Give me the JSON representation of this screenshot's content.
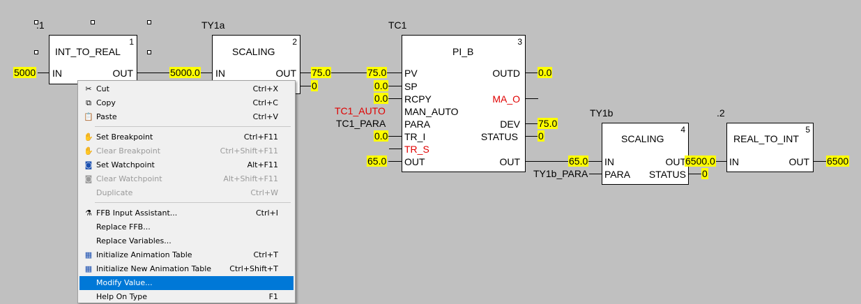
{
  "diagram": {
    "blocks": [
      {
        "instance": ".1",
        "type": "INT_TO_REAL",
        "number": "1",
        "pins_in": [
          "IN"
        ],
        "pins_out": [
          "OUT"
        ]
      },
      {
        "instance": "TY1a",
        "type": "SCALING",
        "number": "2",
        "pins_in": [
          "IN"
        ],
        "pins_out": [
          "OUT"
        ]
      },
      {
        "instance": "TC1",
        "type": "PI_B",
        "number": "3",
        "pins_in": [
          "PV",
          "SP",
          "RCPY",
          "MAN_AUTO",
          "PARA",
          "TR_I",
          "TR_S",
          "OUT"
        ],
        "pins_out": [
          "OUTD",
          "MA_O",
          "DEV",
          "STATUS",
          "OUT"
        ]
      },
      {
        "instance": "TY1b",
        "type": "SCALING",
        "number": "4",
        "pins_in": [
          "IN",
          "PARA"
        ],
        "pins_out": [
          "OUT",
          "STATUS"
        ]
      },
      {
        "instance": ".2",
        "type": "REAL_TO_INT",
        "number": "5",
        "pins_in": [
          "IN"
        ],
        "pins_out": [
          "OUT"
        ]
      }
    ],
    "values": {
      "b1_in": "5000",
      "b1_out": "5000.0",
      "b2_out": "75.0",
      "b2_status": "0",
      "b3_pv": "75.0",
      "b3_sp": "0.0",
      "b3_rcpy": "0.0",
      "b3_tri": "0.0",
      "b3_out_in": "65.0",
      "b3_outd": "0.0",
      "b3_dev": "75.0",
      "b3_status": "0",
      "b4_in": "65.0",
      "b4_out": "6500.0",
      "b4_status": "0",
      "b5_out": "6500"
    },
    "variables": {
      "b3_man_auto": "TC1_AUTO",
      "b3_para": "TC1_PARA",
      "b4_para": "TY1b_PARA"
    },
    "colors": {
      "highlight": "#ffff00",
      "error_text": "#e00000",
      "selection": "#0078d7"
    }
  },
  "context_menu": {
    "items": [
      {
        "icon": "scissors-icon",
        "label": "Cut",
        "shortcut": "Ctrl+X",
        "disabled": false
      },
      {
        "icon": "copy-icon",
        "label": "Copy",
        "shortcut": "Ctrl+C",
        "disabled": false
      },
      {
        "icon": "paste-icon",
        "label": "Paste",
        "shortcut": "Ctrl+V",
        "disabled": false
      },
      {
        "icon": "breakpoint-icon",
        "label": "Set Breakpoint",
        "shortcut": "Ctrl+F11",
        "disabled": false
      },
      {
        "icon": "clear-breakpoint-icon",
        "label": "Clear Breakpoint",
        "shortcut": "Ctrl+Shift+F11",
        "disabled": true
      },
      {
        "icon": "watchpoint-icon",
        "label": "Set Watchpoint",
        "shortcut": "Alt+F11",
        "disabled": false
      },
      {
        "icon": "clear-watchpoint-icon",
        "label": "Clear Watchpoint",
        "shortcut": "Alt+Shift+F11",
        "disabled": true
      },
      {
        "icon": "",
        "label": "Duplicate",
        "shortcut": "Ctrl+W",
        "disabled": true
      },
      {
        "icon": "ffb-assistant-icon",
        "label": "FFB Input Assistant...",
        "shortcut": "Ctrl+I",
        "disabled": false
      },
      {
        "icon": "",
        "label": "Replace FFB...",
        "shortcut": "",
        "disabled": false
      },
      {
        "icon": "",
        "label": "Replace Variables...",
        "shortcut": "",
        "disabled": false
      },
      {
        "icon": "animation-table-icon",
        "label": "Initialize Animation Table",
        "shortcut": "Ctrl+T",
        "disabled": false
      },
      {
        "icon": "new-animation-table-icon",
        "label": "Initialize New Animation Table",
        "shortcut": "Ctrl+Shift+T",
        "disabled": false
      },
      {
        "icon": "",
        "label": "Modify Value...",
        "shortcut": "",
        "disabled": false,
        "selected": true
      },
      {
        "icon": "",
        "label": "Help On Type",
        "shortcut": "F1",
        "disabled": false
      }
    ]
  }
}
